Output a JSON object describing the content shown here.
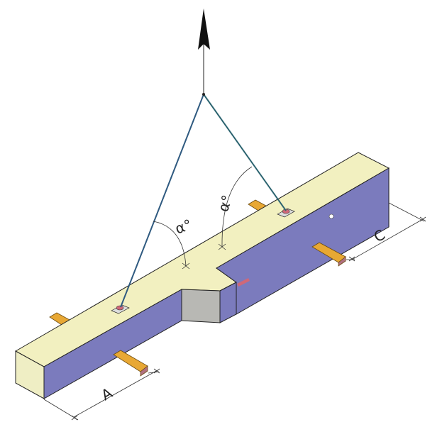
{
  "diagram": {
    "angle_label_left": "α°",
    "angle_label_right": "α°",
    "dimension_a": "A",
    "dimension_c": "C"
  },
  "colors": {
    "beam_top": "#f2f0c0",
    "beam_side": "#7b7bbd",
    "beam_end": "#efeec4",
    "recess_face": "#b8b8b4",
    "timber": "#e8a834",
    "sling": "#2f6672",
    "arrow": "#111111"
  }
}
